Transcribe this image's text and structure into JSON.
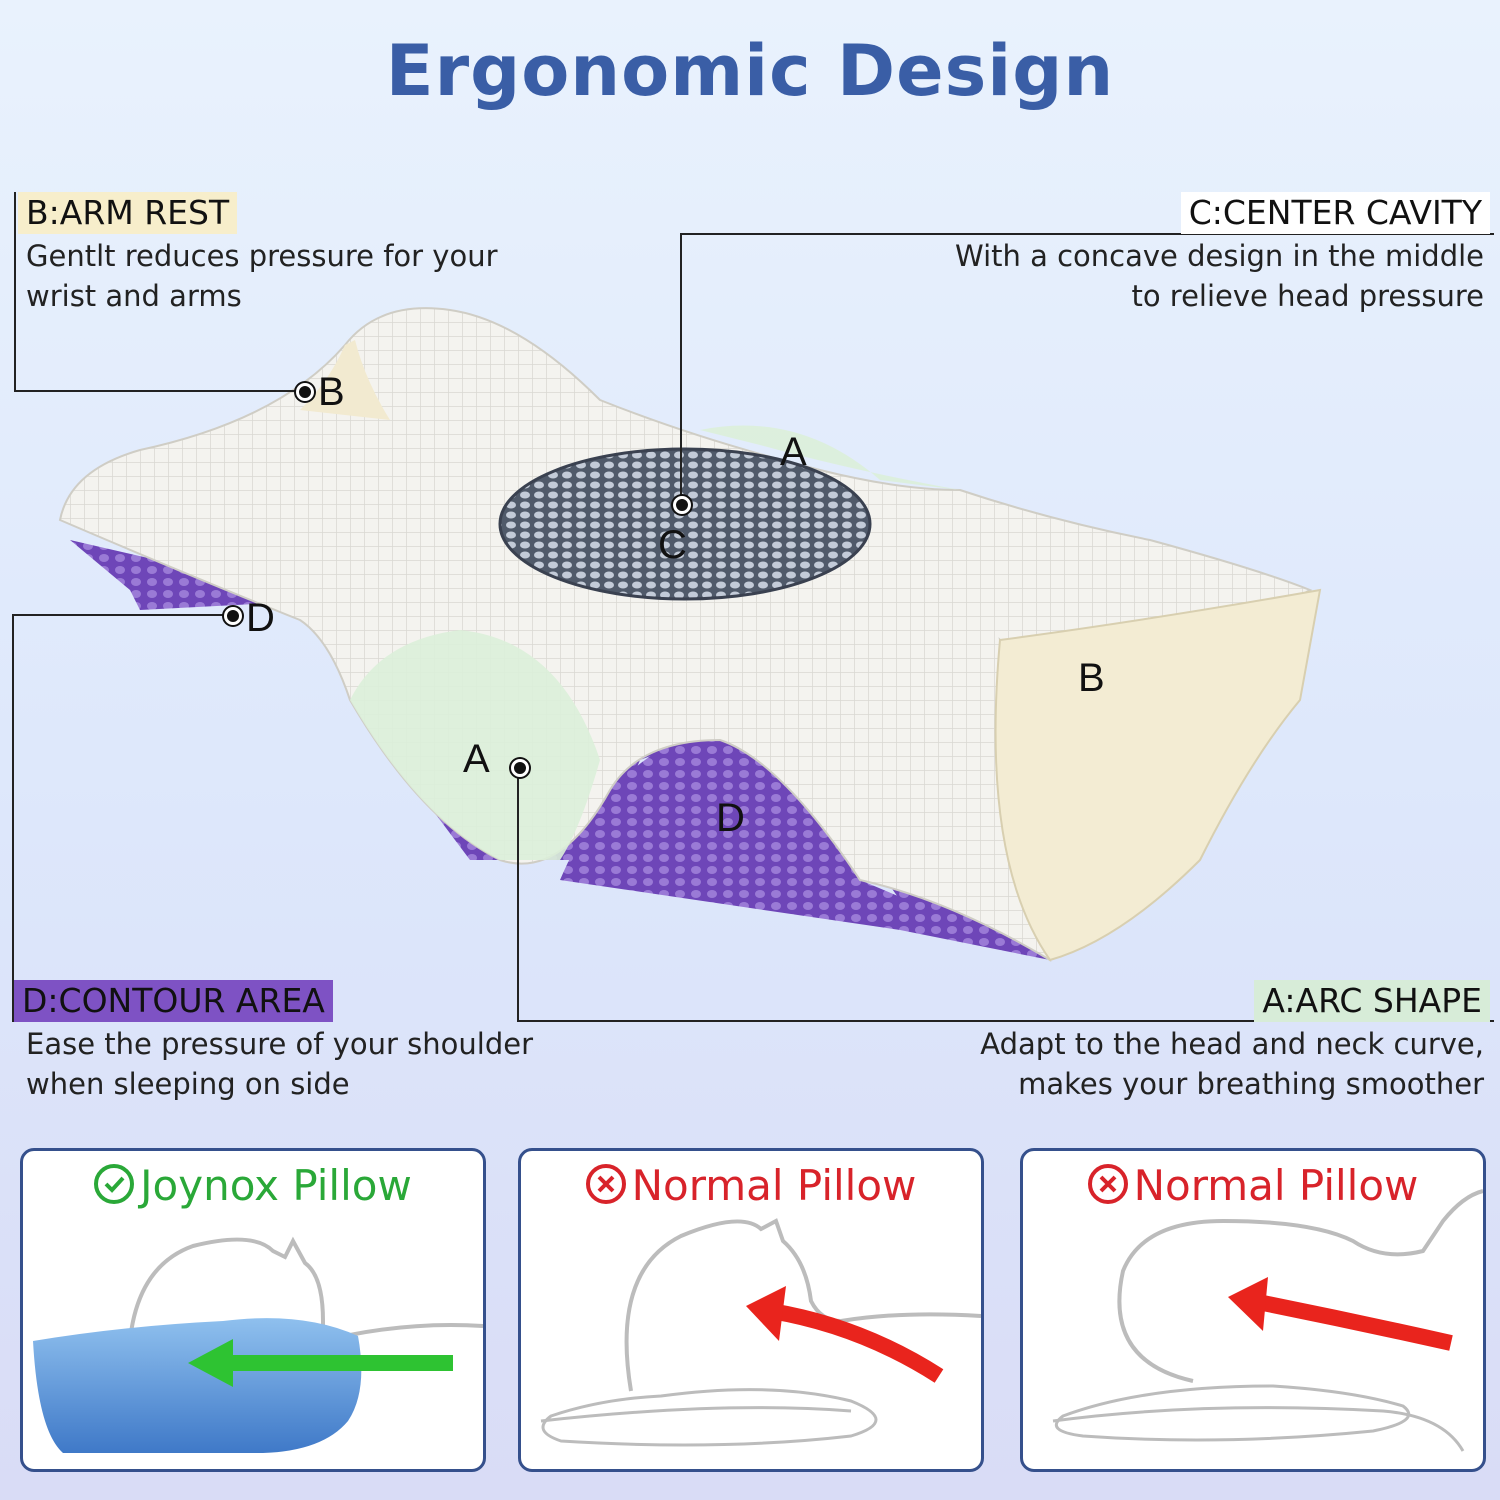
{
  "title": "Ergonomic Design",
  "callouts": {
    "b": {
      "tag": "B:ARM REST",
      "lines": [
        "Gentlt reduces pressure for your",
        "wrist and arms"
      ],
      "color": "#f7eecb"
    },
    "c": {
      "tag": "C:CENTER CAVITY",
      "lines": [
        "With a concave design in the middle",
        "to relieve head pressure"
      ],
      "color": "#ffffff"
    },
    "d": {
      "tag": "D:CONTOUR AREA",
      "lines": [
        "Ease the pressure of your shoulder",
        "when sleeping on side"
      ],
      "color": "#7e52c4"
    },
    "a": {
      "tag": "A:ARC SHAPE",
      "lines": [
        "Adapt to the head and neck curve,",
        "makes your breathing smoother"
      ],
      "color": "#d7ecd8"
    }
  },
  "markers": {
    "b_top": "B",
    "a_top": "A",
    "c": "C",
    "d_left": "D",
    "b_right": "B",
    "a_front": "A",
    "d_front": "D"
  },
  "comparison": [
    {
      "label": "Joynox Pillow",
      "icon": "check-circle-icon",
      "status": "good"
    },
    {
      "label": "Normal Pillow",
      "icon": "x-circle-icon",
      "status": "bad"
    },
    {
      "label": "Normal Pillow",
      "icon": "x-circle-icon",
      "status": "bad"
    }
  ]
}
